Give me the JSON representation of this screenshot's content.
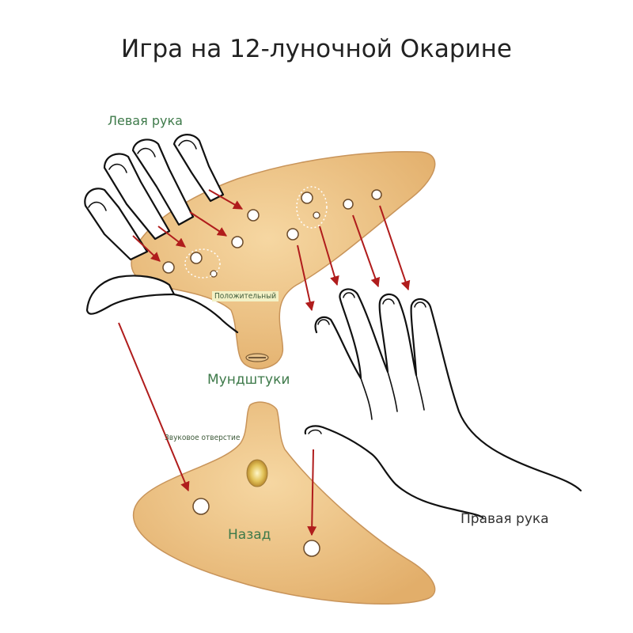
{
  "title": "Игра на 12-луночной Окарине",
  "labels": {
    "left_hand": "Левая рука",
    "positive": "Положительный",
    "mouthpiece": "Мундштуки",
    "sound_hole": "Звуковое отверстие",
    "back": "Назад",
    "right_hand": "Правая рука"
  },
  "colors": {
    "ocarina_fill": "#ecbe80",
    "ocarina_stroke": "#c8945a",
    "arrow": "#b01c1c",
    "label_green": "#3e7a4a"
  }
}
